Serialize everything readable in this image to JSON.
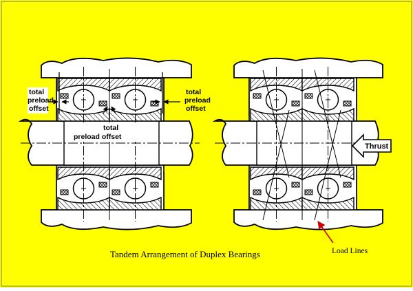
{
  "diagram": {
    "caption": "Tandem Arrangement of Duplex Bearings",
    "left_label_top_left": [
      "total",
      "preload",
      "offset"
    ],
    "left_label_top_right": [
      "total",
      "preload",
      "offset"
    ],
    "left_label_center": [
      "total",
      "preload offset"
    ],
    "thrust_label": "Thrust",
    "load_lines_label": "Load Lines",
    "colors": {
      "background": "#ffff00",
      "housing": "#ffffff",
      "outline": "#000000",
      "arrow_accent": "#cc0000"
    }
  }
}
